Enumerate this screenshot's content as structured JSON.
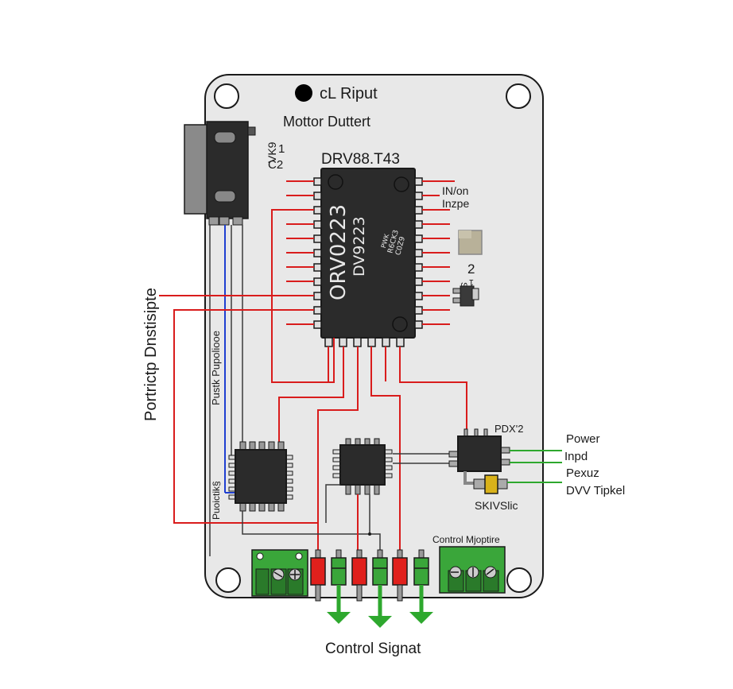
{
  "board": {
    "title_dot_label": "cL Riput",
    "subtitle": "Mottor Duttert",
    "chip_label": "DRV88.T43",
    "connector_labels": [
      "VK9",
      "1",
      "C2"
    ],
    "main_ic": {
      "line1": "ORV0223",
      "line2": "DV9223",
      "logo_lines": [
        "PWK",
        "R6CK3",
        "C0Z9"
      ]
    },
    "right_labels": [
      "IN/on",
      "Inzpe"
    ],
    "small_part_labels": [
      "SIV10",
      "2",
      "1"
    ],
    "left_vertical_label": "Portrictp  Dnstisipte",
    "inner_vertical_label": "Pustk Pupoliooe",
    "inner_vertical_label_2": "Puoictik§",
    "pdx_label": "PDX'2",
    "sk_label": "SKIVSlic",
    "control_module_label": "Control Mjoptire",
    "side_labels": [
      "Power",
      "Inpd",
      "Pexuz",
      "DVV Tipkel"
    ],
    "bottom_label": "Control Signat"
  },
  "colors": {
    "board_fill": "#e8e8e8",
    "board_stroke": "#1a1a1a",
    "chip_fill": "#2b2b2b",
    "wire_red": "#d91c1c",
    "wire_blue": "#1f3fd1",
    "wire_green": "#2ea82e",
    "wire_dark": "#3a3a3a",
    "terminal_green": "#3aa63a",
    "terminal_dark": "#2a7a2a",
    "led_red": "#e0201c",
    "led_green": "#3aa63a",
    "cap_yellow": "#d9b21a",
    "part_tan": "#b8b199"
  }
}
